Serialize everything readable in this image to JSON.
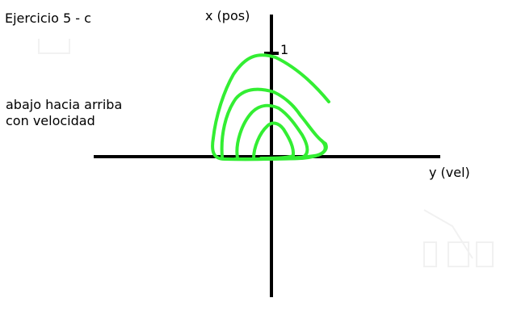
{
  "title": "Ejercicio 5 - c",
  "axes": {
    "x_label": "x (pos)",
    "y_label": "y (vel)",
    "tick_label": "1"
  },
  "note": {
    "line1": "abajo hacia arriba",
    "line2": "con velocidad"
  },
  "colors": {
    "axis": "#000000",
    "curve": "#33ee33",
    "background": "#ffffff"
  }
}
